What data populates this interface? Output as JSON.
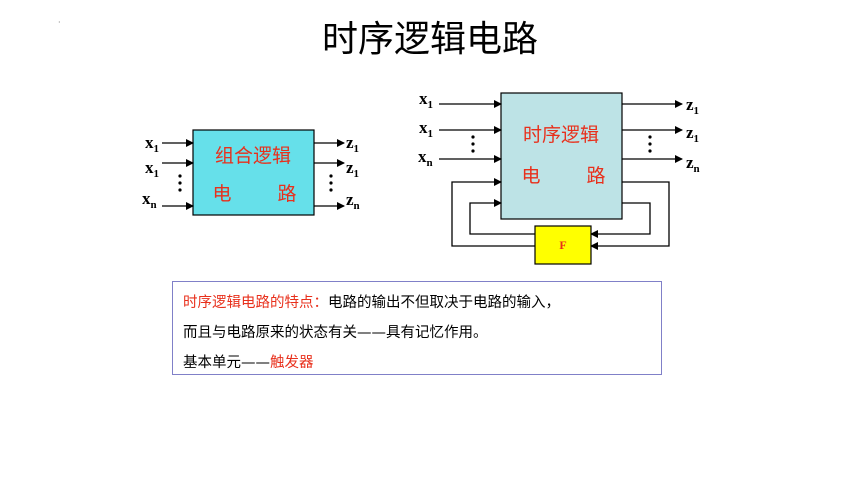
{
  "title": "时序逻辑电路",
  "corner_mark": "·",
  "combinational": {
    "label_line1": "组合逻辑",
    "label_line2_a": "电",
    "label_line2_b": "路",
    "inputs": [
      {
        "base": "x",
        "sub": "1"
      },
      {
        "base": "x",
        "sub": "1"
      },
      {
        "base": "x",
        "sub": "n"
      }
    ],
    "outputs": [
      {
        "base": "z",
        "sub": "1"
      },
      {
        "base": "z",
        "sub": "1"
      },
      {
        "base": "z",
        "sub": "n"
      }
    ],
    "box_color": "#66e0ea"
  },
  "sequential": {
    "label_line1": "时序逻辑",
    "label_line2_a": "电",
    "label_line2_b": "路",
    "inputs": [
      {
        "base": "x",
        "sub": "1"
      },
      {
        "base": "x",
        "sub": "1"
      },
      {
        "base": "x",
        "sub": "n"
      }
    ],
    "outputs": [
      {
        "base": "z",
        "sub": "1"
      },
      {
        "base": "z",
        "sub": "1"
      },
      {
        "base": "z",
        "sub": "n"
      }
    ],
    "box_color": "#bde3e6",
    "feedback_label": "F",
    "feedback_color": "#ffff00"
  },
  "note": {
    "line1_red": "时序逻辑电路的特点：",
    "line1_black": "电路的输出不但取决于电路的输入，",
    "line2": "而且与电路原来的状态有关——具有记忆作用。",
    "line3_black": "基本单元——",
    "line3_red": "触发器"
  }
}
